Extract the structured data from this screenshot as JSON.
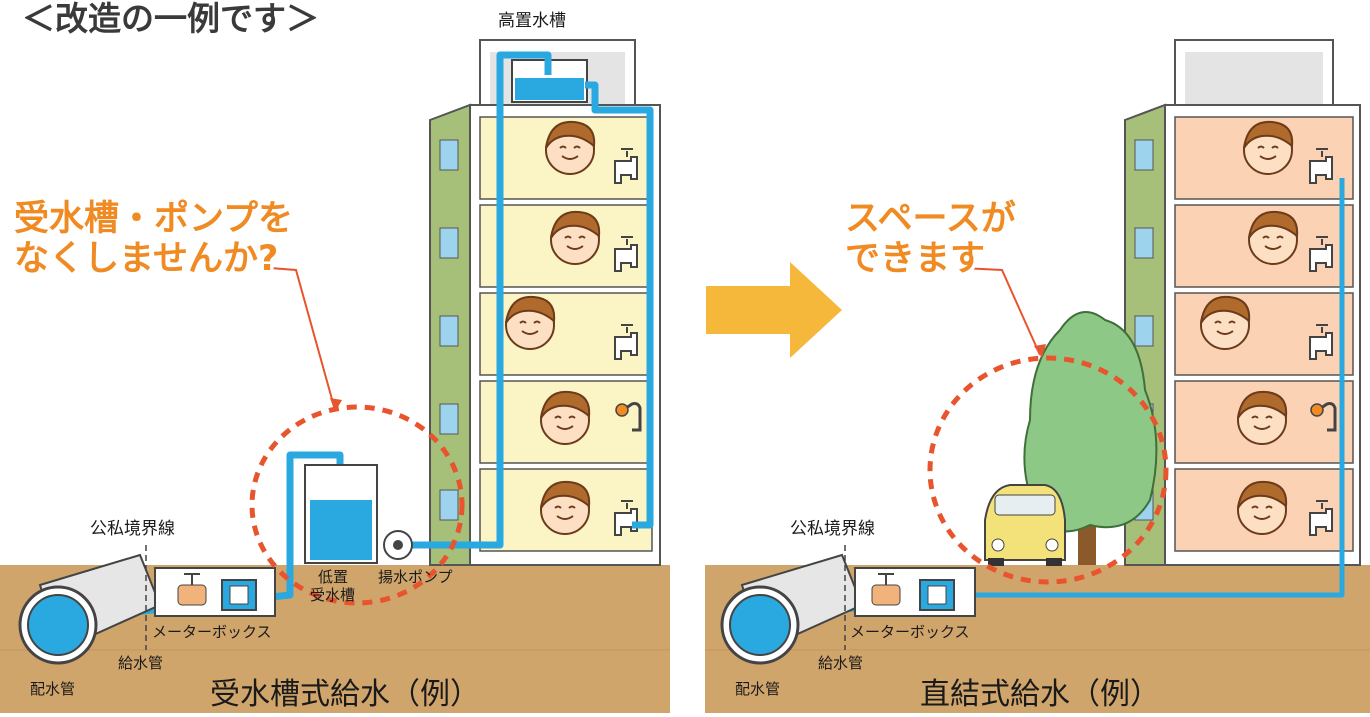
{
  "heading": "＜改造の一例です＞",
  "colors": {
    "ground": "#d0a56c",
    "pipe": "#29a9e0",
    "callout": "#f08a22",
    "dashed_circle": "#e8542d",
    "arrow": "#f5b83a",
    "building_side": "#a6c07a",
    "floor_left": "#fbf4c5",
    "floor_right": "#fbd3b4",
    "tree": "#8ec887"
  },
  "left_panel": {
    "callout_line1": "受水槽・ポンプを",
    "callout_line2": "なくしませんか?",
    "labels": {
      "elevated_tank": "高置水槽",
      "boundary_line": "公私境界線",
      "low_tank_line1": "低置",
      "low_tank_line2": "受水槽",
      "pump": "揚水ポンプ",
      "meter_box": "メーターボックス",
      "service_pipe": "給水管",
      "distribution_pipe": "配水管"
    },
    "caption": "受水槽式給水（例）"
  },
  "right_panel": {
    "callout_line1": "スペースが",
    "callout_line2": "できます",
    "labels": {
      "boundary_line": "公私境界線",
      "meter_box": "メーターボックス",
      "service_pipe": "給水管",
      "distribution_pipe": "配水管"
    },
    "caption": "直結式給水（例）"
  },
  "icons": [
    "transition-arrow-icon",
    "tree-icon",
    "car-icon",
    "faucet-icon",
    "shower-icon",
    "water-meter-icon",
    "gate-valve-icon",
    "pump-icon",
    "water-tank-icon"
  ]
}
